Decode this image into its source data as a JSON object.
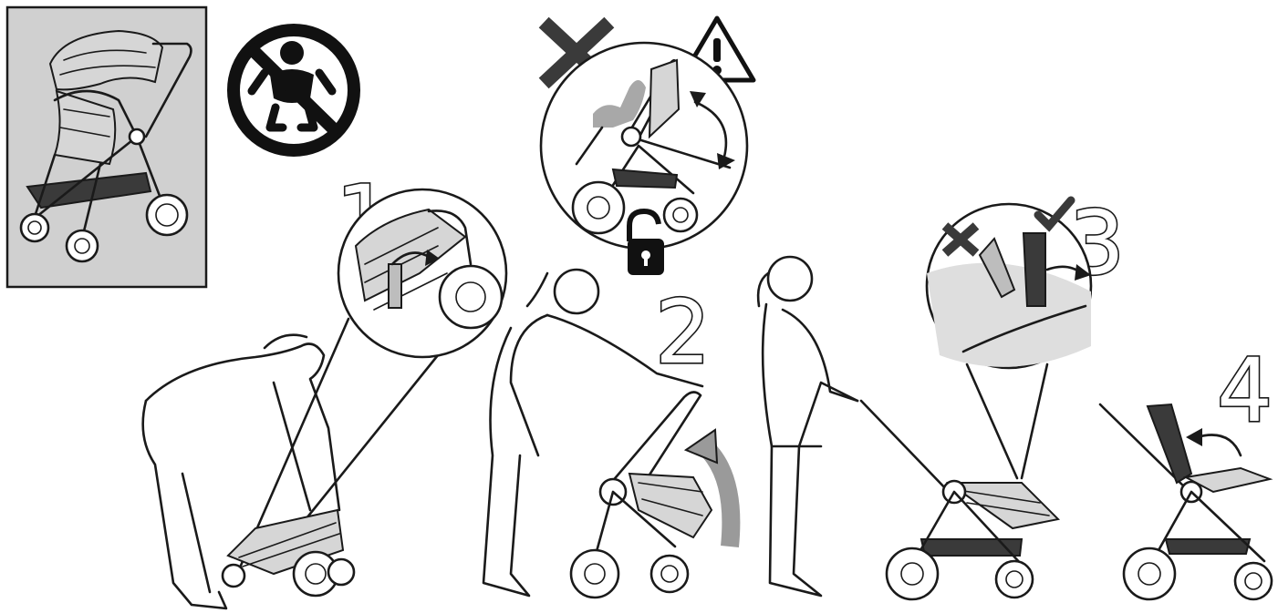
{
  "steps": [
    "1",
    "2",
    "3",
    "4"
  ],
  "icons": {
    "no_child": "no-child-in-stroller-icon",
    "warning": "warning-triangle-icon",
    "forbidden": "cross-mark-icon",
    "unlocked": "unlocked-padlock-icon",
    "correct": "check-mark-icon",
    "wrong": "cross-mark-icon"
  },
  "colors": {
    "ink": "#1a1a1a",
    "panel": "#d0d0d0",
    "seat_fill": "#bdbdbd",
    "basket": "#3a3a3a"
  }
}
